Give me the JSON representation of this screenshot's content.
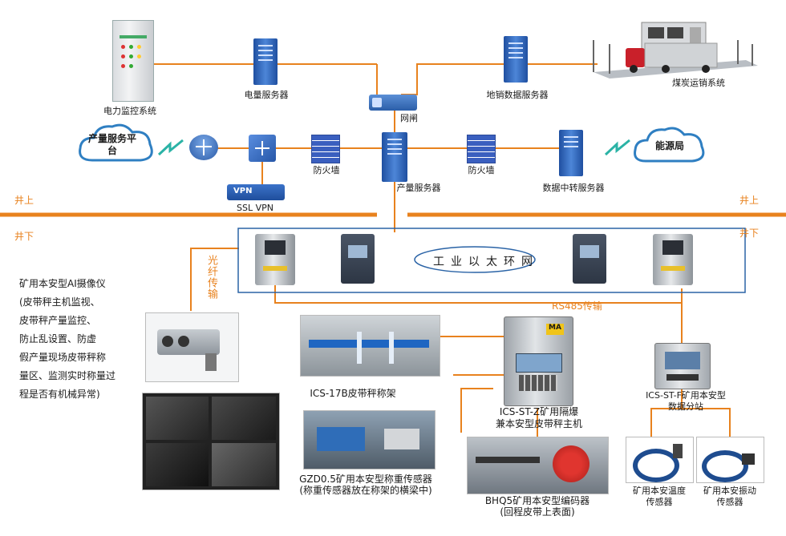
{
  "labels": {
    "power_monitor": "电力监控系统",
    "power_server": "电量服务器",
    "gateway": "网闸",
    "sales_server": "地销数据服务器",
    "coal_transport": "煤炭运销系统",
    "production_platform": "产量服务平台",
    "firewall_left": "防火墙",
    "firewall_right": "防火墙",
    "production_server": "产量服务器",
    "data_relay_server": "数据中转服务器",
    "energy_bureau": "能源局",
    "vpn_badge": "VPN",
    "ssl_vpn": "SSL VPN",
    "above_left": "井上",
    "above_right": "井上",
    "below_left": "井下",
    "below_right": "井下",
    "ethernet_ring": "工业以太环网",
    "fiber_transmission": "光纤传输",
    "rs485": "RS485传输",
    "ics17b": "ICS-17B皮带秤称架",
    "host_line1": "ICS-ST-Z矿用隔爆",
    "host_line2": "兼本安型皮带秤主机",
    "substation_line1": "ICS-ST-F矿用本安型",
    "substation_line2": "数据分站",
    "load_cell_line1": "GZD0.5矿用本安型称重传感器",
    "load_cell_line2": "(称重传感器放在称架的横梁中)",
    "encoder_line1": "BHQ5矿用本安型编码器",
    "encoder_line2": "(回程皮带上表面)",
    "temp_sensor_line1": "矿用本安温度",
    "temp_sensor_line2": "传感器",
    "vib_sensor_line1": "矿用本安振动",
    "vib_sensor_line2": "传感器",
    "ma_badge": "MA"
  },
  "camera_desc": [
    "矿用本安型AI摄像仪",
    "(皮带秤主机监视、",
    "皮带秤产量监控、",
    "防止乱设置、防虚",
    "假产量现场皮带秤称",
    "量区、监测实时称量过",
    "程是否有机械异常)"
  ],
  "colors": {
    "orange_line": "#e8821e",
    "blue_line": "#2a63a6",
    "server_blue": "#2f63b8",
    "firewall_blue": "#3a5fbf",
    "cloud_blue": "#2f7fc2",
    "lightning_green": "#2bb3a6"
  }
}
